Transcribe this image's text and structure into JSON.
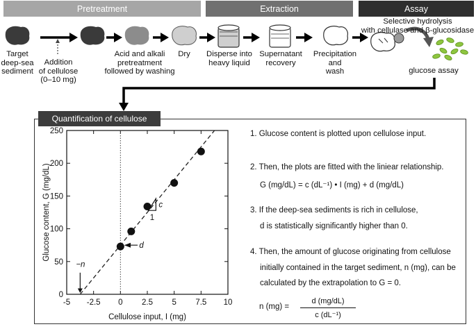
{
  "stages": {
    "pretreatment": "Pretreatment",
    "extraction": "Extraction",
    "assay": "Assay"
  },
  "colors": {
    "pretreatment_header": "#a6a6a6",
    "extraction_header": "#707070",
    "assay_header": "#2f2f2f",
    "sediment_dark": "#3a3a3a",
    "sediment_mid": "#8c8c8c",
    "sediment_light": "#cfcfcf",
    "glucose_green": "#8ec63f"
  },
  "steps": [
    {
      "label": "Target\ndeep-sea\nsediment"
    },
    {
      "label": "Addition\nof cellulose\n(0–10 mg)"
    },
    {
      "label": "Acid and alkali\npretreatment\nfollowed by washing"
    },
    {
      "label": "Dry"
    },
    {
      "label": "Disperse into\nheavy liquid"
    },
    {
      "label": "Supernatant\nrecovery"
    },
    {
      "label": "Precipitation\nand\nwash"
    },
    {
      "label": "Selective hydrolysis\nwith cellulase and β-glucosidase"
    },
    {
      "label": "glucose assay"
    }
  ],
  "quantification": {
    "title": "Quantification of cellulose",
    "steps": [
      "1. Glucose content is plotted upon cellulose input.",
      "2. Then, the plots are fitted with the liniear relationship.",
      "3. If the deep-sea sediments is rich in cellulose,",
      "d is statistically significantly higher than 0.",
      "4. Then, the amount of glucose originating from cellulose",
      "initially contained in the target sediment, n (mg), can be",
      "calculated  by the extrapolation to G = 0."
    ],
    "equation": "G (mg/dL) = c (dL⁻¹) • I (mg) + d (mg/dL)",
    "formula_lhs": "n (mg) =",
    "formula_num": "d (mg/dL)",
    "formula_den": "c (dL⁻¹)"
  },
  "chart_data": {
    "type": "scatter",
    "xlabel": "Cellulose input, I (mg)",
    "ylabel": "Glucose content, G (mg/dL)",
    "xlim": [
      -5,
      10
    ],
    "ylim": [
      0,
      250
    ],
    "xticks": [
      -5,
      -2.5,
      0,
      2.5,
      5,
      7.5,
      10
    ],
    "yticks": [
      0,
      50,
      100,
      150,
      200,
      250
    ],
    "points": [
      {
        "x": 0,
        "y": 73
      },
      {
        "x": 1,
        "y": 96
      },
      {
        "x": 2.5,
        "y": 134
      },
      {
        "x": 5,
        "y": 170
      },
      {
        "x": 7.5,
        "y": 218
      }
    ],
    "fit_line": {
      "slope": 20.0,
      "intercept": 75
    },
    "annotations": {
      "d": "d",
      "n": "−n",
      "c": "c",
      "one": "1"
    },
    "grid": false
  }
}
